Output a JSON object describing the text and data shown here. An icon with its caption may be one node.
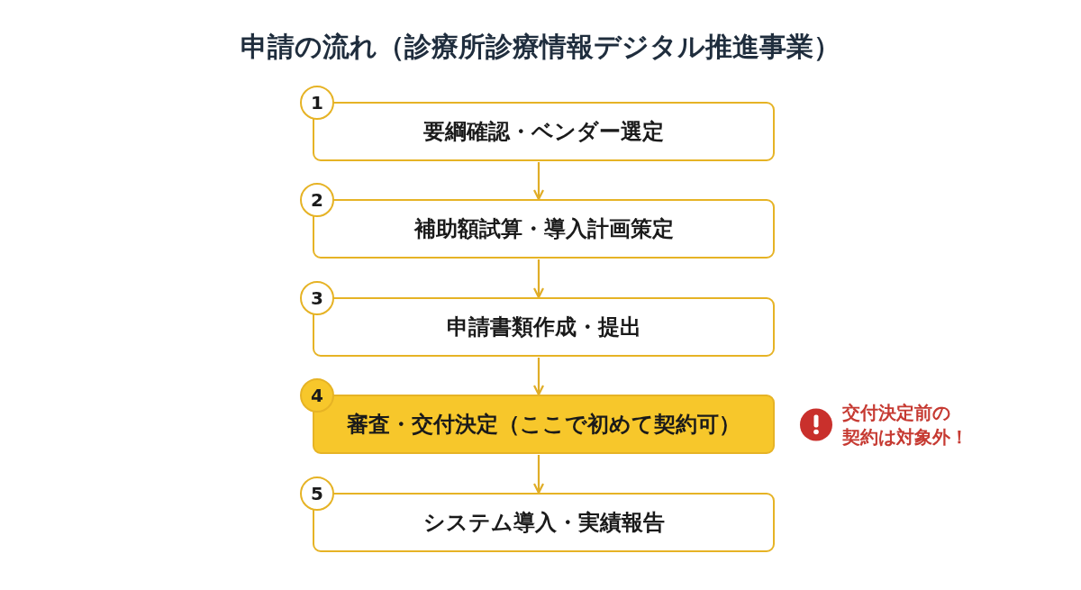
{
  "diagram": {
    "title": "申請の流れ（診療所診療情報デジタル推進事業）",
    "nodes": [
      {
        "text": [
          "1",
          "要綱確認・ベンダー選定"
        ]
      },
      {
        "text": [
          "2",
          "補助額試算・導入計画策定"
        ]
      },
      {
        "text": [
          "3",
          "申請書類作成・提出"
        ]
      },
      {
        "text": [
          "4",
          "審査・交付決定（ここで初めて契約可）"
        ],
        "beside": [
          "交付決定前の契約は対象外！"
        ]
      },
      {
        "text": [
          "5",
          "システム導入・実績報告"
        ]
      }
    ],
    "edges": [
      {
        "from": 0,
        "to": 1,
        "arrow": "to"
      },
      {
        "from": 1,
        "to": 2,
        "arrow": "to"
      },
      {
        "from": 2,
        "to": 3,
        "arrow": "to"
      },
      {
        "from": 3,
        "to": 4,
        "arrow": "to"
      }
    ]
  }
}
